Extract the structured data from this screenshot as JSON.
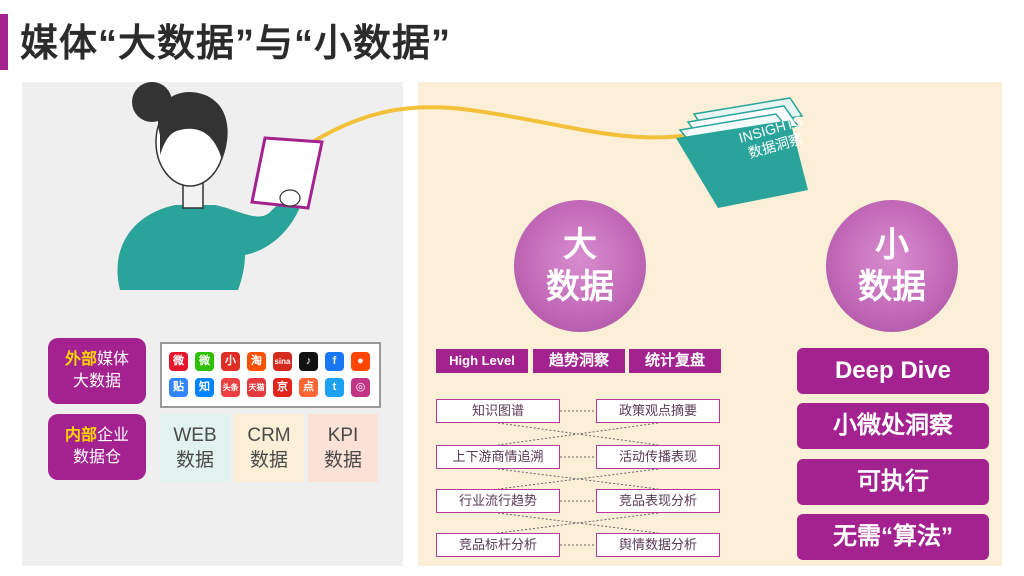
{
  "title": "媒体“大数据”与“小数据”",
  "insights": {
    "line1": "INSIGHTS",
    "line2": "数据洞察"
  },
  "external": {
    "highlight": "外部",
    "rest1": "媒体",
    "line2": "大数据"
  },
  "internal": {
    "highlight": "内部",
    "rest1": "企业",
    "line2": "数据仓"
  },
  "logos": [
    {
      "icon": "weibo-logo",
      "text": "微"
    },
    {
      "icon": "wechat-logo",
      "text": "微"
    },
    {
      "icon": "small-red-logo",
      "text": "小"
    },
    {
      "icon": "taobao-logo",
      "text": "淘"
    },
    {
      "icon": "sina-logo",
      "text": "sina"
    },
    {
      "icon": "tiktok-logo",
      "text": "♪"
    },
    {
      "icon": "facebook-logo",
      "text": "f"
    },
    {
      "icon": "reddit-logo",
      "text": "●"
    },
    {
      "icon": "tieba-logo",
      "text": "贴"
    },
    {
      "icon": "zhihu-logo",
      "text": "知"
    },
    {
      "icon": "toutiao-logo",
      "text": "头条"
    },
    {
      "icon": "tmall-logo",
      "text": "天猫"
    },
    {
      "icon": "jd-logo",
      "text": "京"
    },
    {
      "icon": "dianping-logo",
      "text": "点"
    },
    {
      "icon": "twitter-logo",
      "text": "t"
    },
    {
      "icon": "instagram-logo",
      "text": "◎"
    }
  ],
  "tiles": [
    {
      "line1": "WEB",
      "line2": "数据",
      "color": "#e2f3ef"
    },
    {
      "line1": "CRM",
      "line2": "数据",
      "color": "#fcefd8"
    },
    {
      "line1": "KPI",
      "line2": "数据",
      "color": "#fbe1d6"
    }
  ],
  "big": {
    "line1": "大",
    "line2": "数据"
  },
  "small": {
    "line1": "小",
    "line2": "数据"
  },
  "pills": [
    "High Level",
    "趋势洞察",
    "统计复盘"
  ],
  "left_items": [
    "知识图谱",
    "上下游商情追溯",
    "行业流行趋势",
    "竞品标杆分析"
  ],
  "right_items": [
    "政策观点摘要",
    "活动传播表现",
    "竞品表现分析",
    "舆情数据分析"
  ],
  "small_items": [
    "Deep Dive",
    "小微处洞察",
    "可执行",
    "无需“算法”"
  ],
  "colors": {
    "accent": "#a3228f",
    "teal": "#2aa49a",
    "highlight": "#ffd600"
  }
}
